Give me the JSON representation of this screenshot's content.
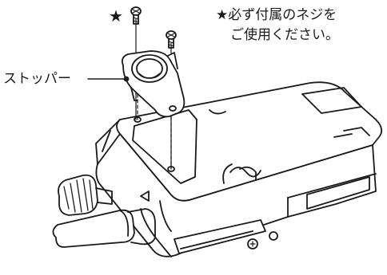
{
  "labels": {
    "star_mark": "★",
    "note_line1": "★必ず付属のネジを",
    "note_line2": "ご使用ください。",
    "stopper": "ストッパー"
  }
}
